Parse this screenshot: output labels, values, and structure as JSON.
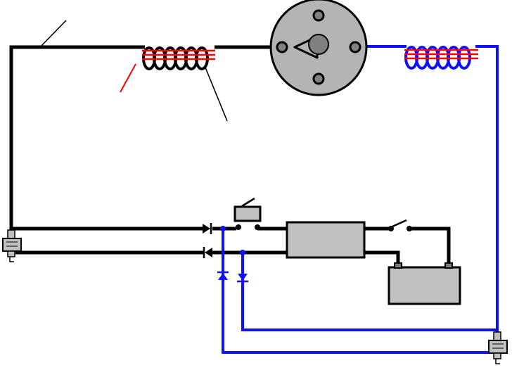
{
  "colors": {
    "background": "#ffffff",
    "wire_black": "#000000",
    "wire_blue": "#1010ff",
    "coil_red": "#ff0000",
    "component_gray": "#c0c0c0",
    "distributor_gray": "#b4b4b4",
    "rotor_gray": "#808080"
  },
  "icons": {
    "spark_plug_left": "spark-plug-icon",
    "spark_plug_right": "spark-plug-icon",
    "distributor": "distributor-cap-icon",
    "rotor": "rotor-arm-icon",
    "ignition_coil_black_red": "ignition-coil-icon",
    "ignition_coil_blue_red": "ignition-coil-icon",
    "push_button": "push-button-switch-icon",
    "switch": "knife-switch-icon",
    "battery": "battery-icon",
    "control_box": "control-module-icon",
    "diodes": "diode-icon"
  },
  "components": [
    "distributor",
    "ignition-coil-primary",
    "ignition-coil-secondary",
    "spark-plug-left",
    "spark-plug-right",
    "push-button-switch",
    "control-module",
    "ignition-switch",
    "battery",
    "diode-top-horizontal",
    "diode-bottom-horizontal",
    "diode-vertical-left",
    "diode-vertical-right"
  ]
}
